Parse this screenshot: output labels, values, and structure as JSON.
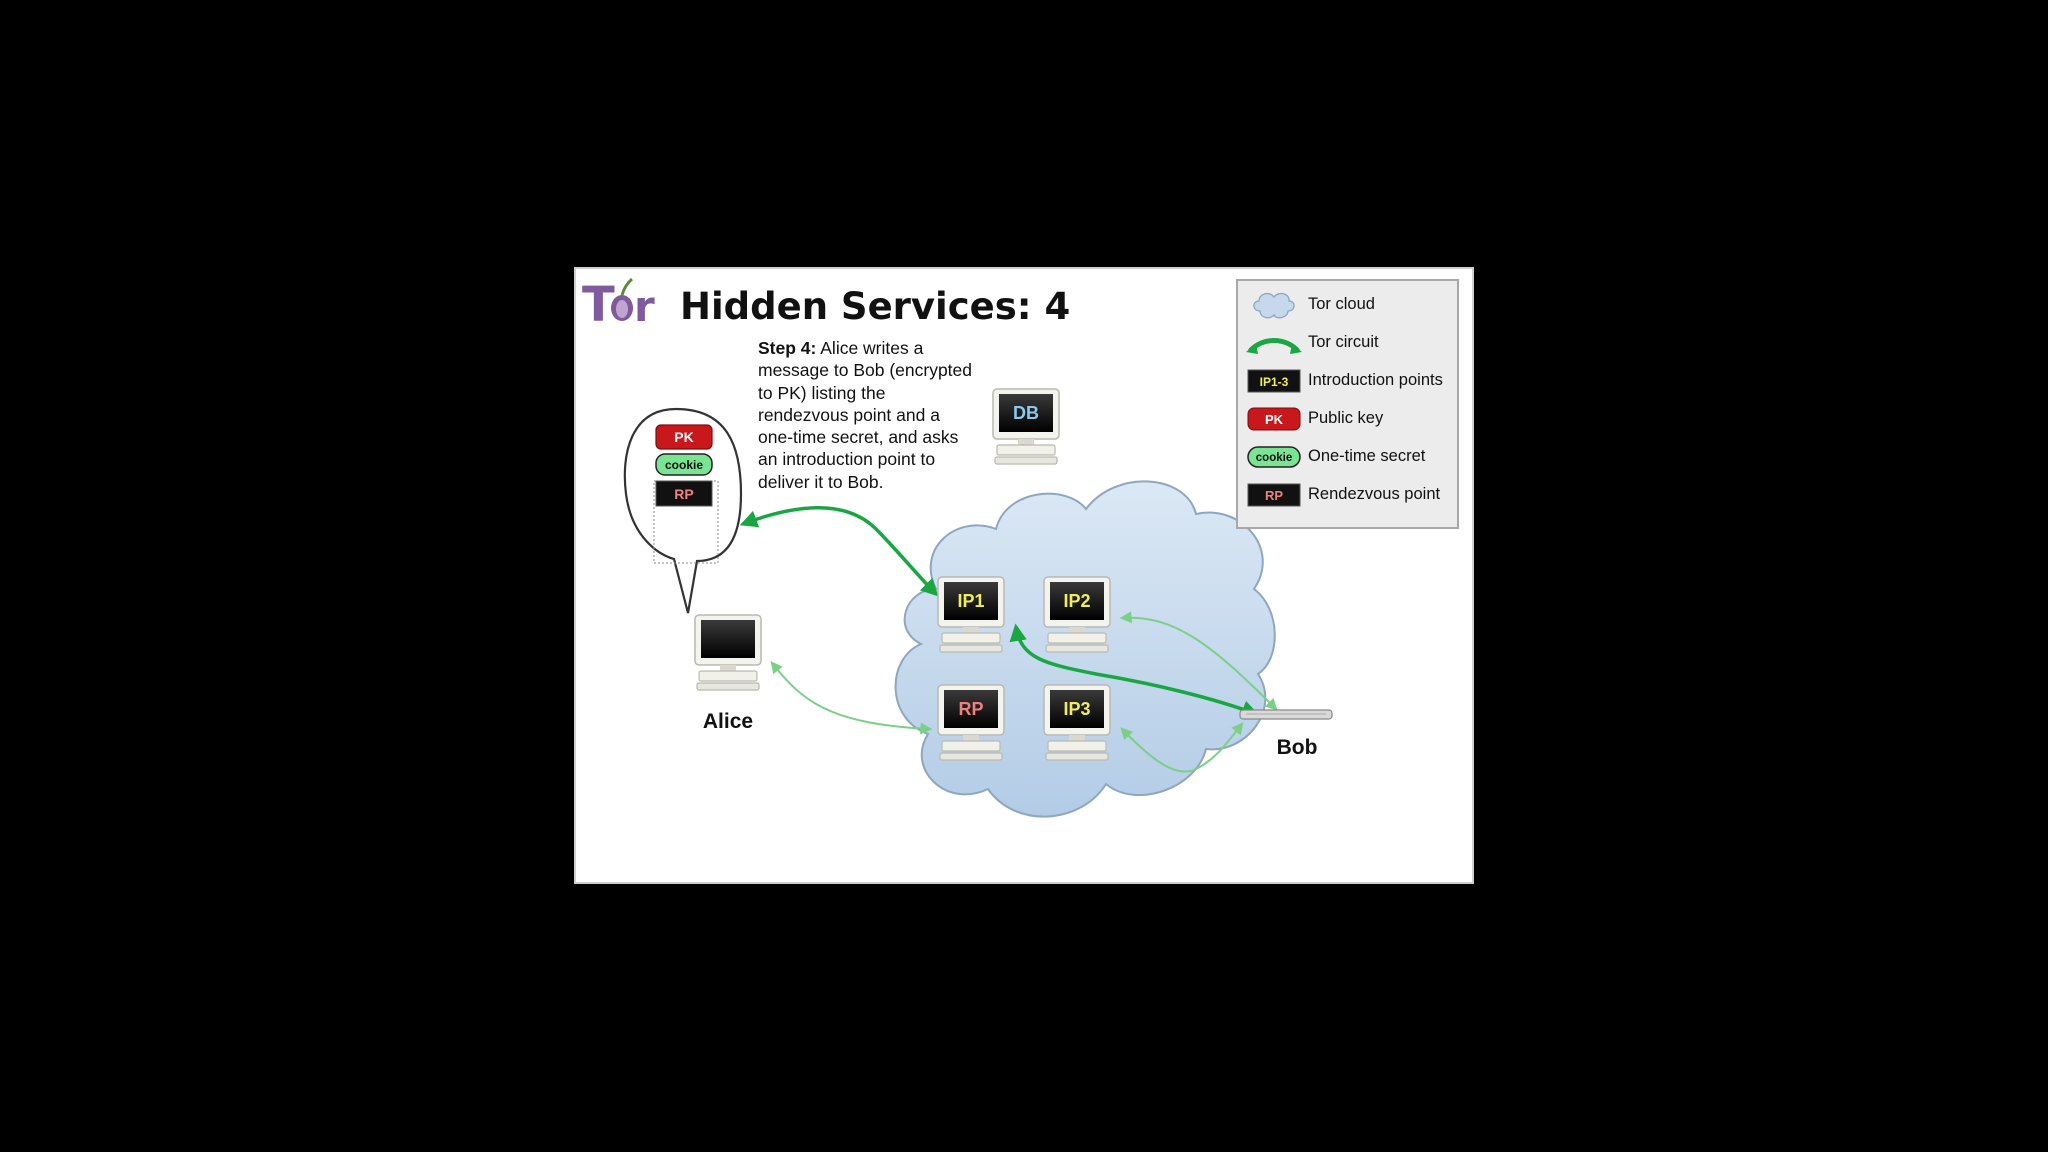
{
  "title": "Hidden Services: 4",
  "logo_text": "Tor",
  "step": {
    "label": "Step 4:",
    "text": " Alice writes a message to Bob (encrypted to PK) listing the rendezvous point and a one-time secret, and asks an introduction point to deliver it to Bob."
  },
  "nodes": {
    "db": "DB",
    "ip1": "IP1",
    "ip2": "IP2",
    "ip3": "IP3",
    "rp": "RP",
    "alice": "Alice",
    "bob": "Bob"
  },
  "bubble": {
    "pk": "PK",
    "cookie": "cookie",
    "rp": "RP"
  },
  "legend": [
    {
      "icon": "cloud-icon",
      "badge": "",
      "label": "Tor cloud"
    },
    {
      "icon": "circuit-arrow-icon",
      "badge": "",
      "label": "Tor circuit"
    },
    {
      "icon": "badge-icon",
      "badge": "IP1-3",
      "label": "Introduction points"
    },
    {
      "icon": "badge-icon",
      "badge": "PK",
      "label": "Public key"
    },
    {
      "icon": "badge-icon",
      "badge": "cookie",
      "label": "One-time secret"
    },
    {
      "icon": "badge-icon",
      "badge": "RP",
      "label": "Rendezvous point"
    }
  ],
  "colors": {
    "cloud_fill": "#c5d8ec",
    "cloud_stroke": "#8ea6be",
    "circuit_green": "#1aa642",
    "light_green": "#7ccf87",
    "pk_red": "#c8181b",
    "cookie_green": "#7be394",
    "ip_yellow": "#f0ee5a",
    "rp_pink": "#f08080",
    "db_blue": "#8ec7ef",
    "logo_purple": "#7f5a9c"
  }
}
